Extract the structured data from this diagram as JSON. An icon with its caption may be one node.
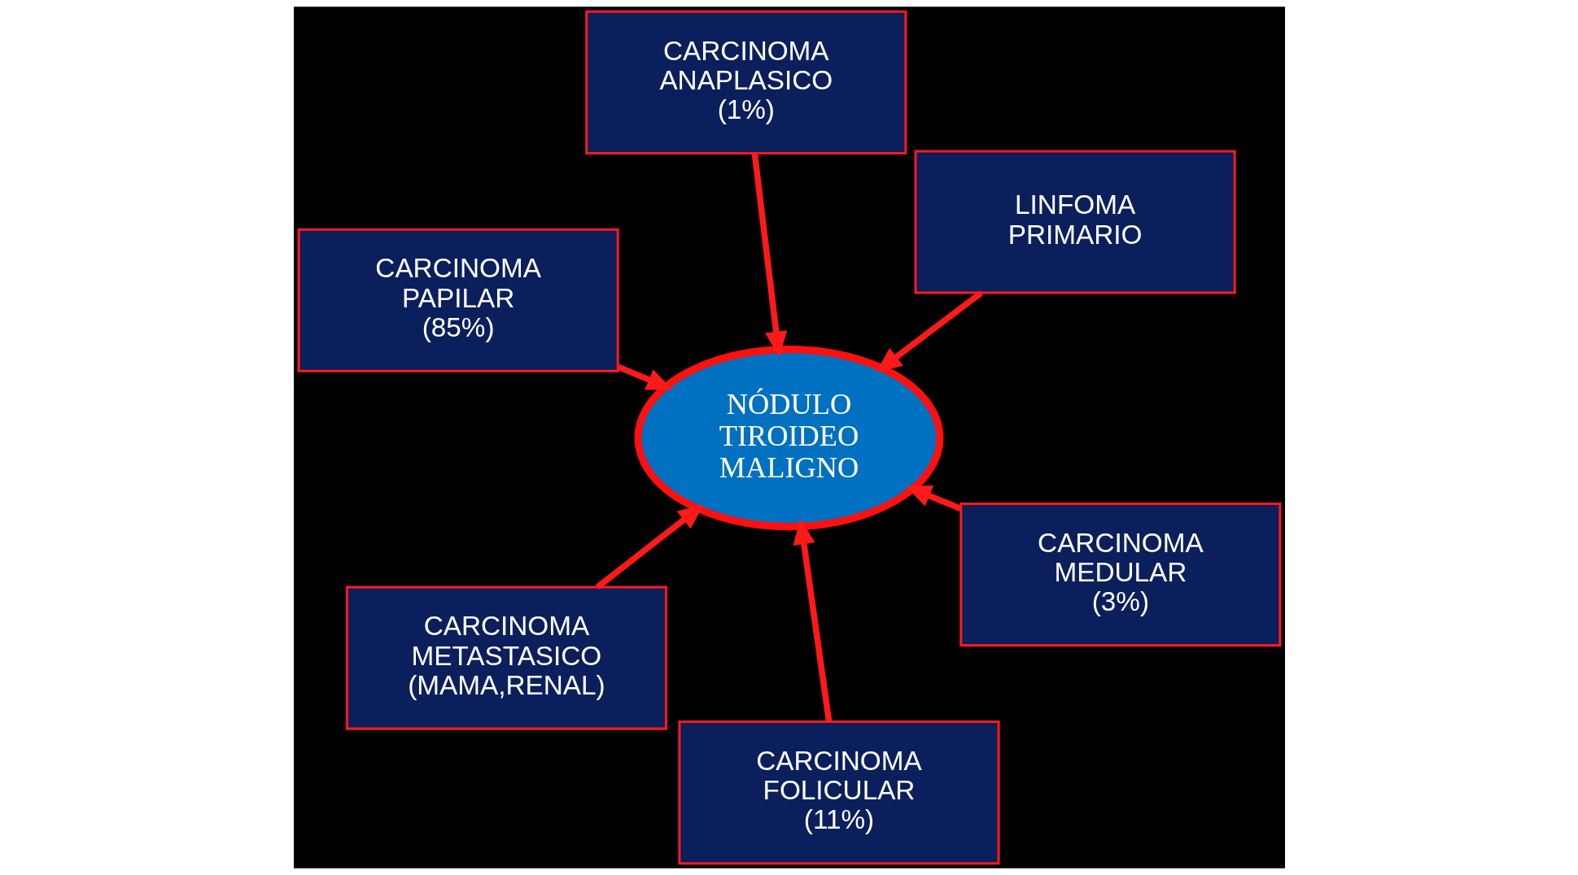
{
  "diagram": {
    "nodes": [
      {
        "text": [
          "CARCINOMA PAPILAR (85%)"
        ]
      },
      {
        "text": [
          "CARCINOMA MEDULAR (3%)"
        ]
      },
      {
        "text": [
          "CARCINOMA FOLICULAR (11%)"
        ]
      },
      {
        "text": [
          "NÓDULO TIROIDEO MALIGNO"
        ]
      },
      {
        "text": [
          "LINFOMA PRIMARIO"
        ]
      },
      {
        "text": [
          "CARCINOMA ANAPLASICO (1%)"
        ]
      },
      {
        "text": [
          "CARCINOMA METASTASICO (MAMA,RENAL)"
        ]
      }
    ],
    "edges": [
      {
        "from": 0,
        "to": 3,
        "arrow": "to"
      },
      {
        "from": 1,
        "to": 3,
        "arrow": "to"
      },
      {
        "from": 2,
        "to": 3,
        "arrow": "to"
      },
      {
        "from": 4,
        "to": 3,
        "arrow": "to"
      },
      {
        "from": 5,
        "to": 3,
        "arrow": "to"
      },
      {
        "from": 6,
        "to": 3,
        "arrow": "to"
      }
    ]
  }
}
